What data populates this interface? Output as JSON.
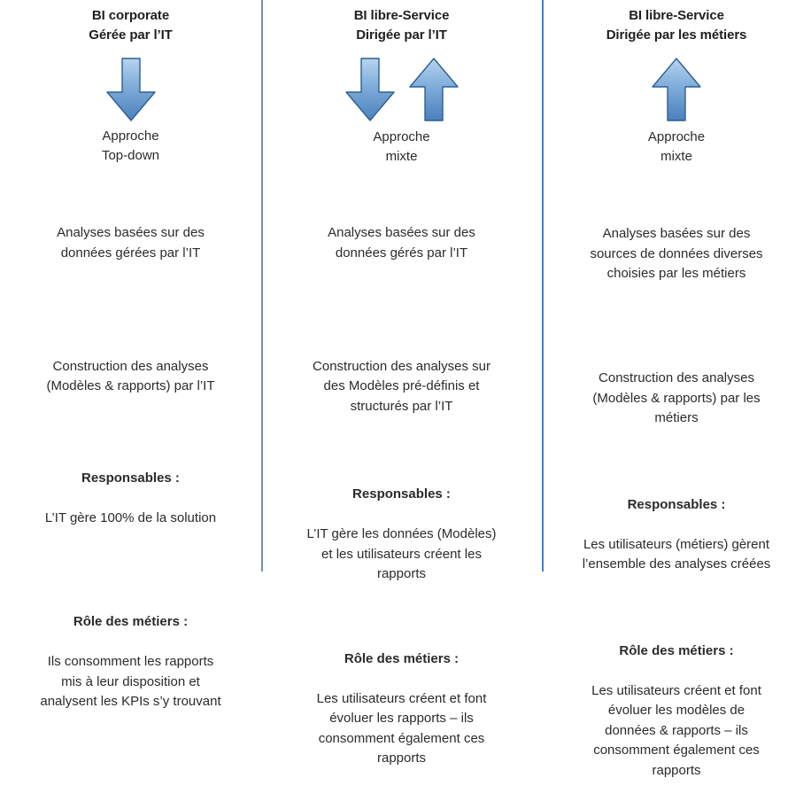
{
  "columns": [
    {
      "id": "bi-corporate",
      "header": "BI corporate\nGérée par l’IT",
      "arrows": [
        "arrow-down"
      ],
      "approach": "Approche\nTop-down",
      "blocks": [
        {
          "key": "analyses",
          "lead": "",
          "body": "Analyses basées sur des\ndonnées gérées par l’IT"
        },
        {
          "key": "construction",
          "lead": "",
          "body": "Construction des analyses\n(Modèles & rapports) par l’IT"
        },
        {
          "key": "responsables",
          "lead": "Responsables :",
          "body": "L’IT gère 100% de la solution"
        },
        {
          "key": "role",
          "lead": "Rôle des métiers :",
          "body": "Ils consomment les rapports\nmis à leur disposition et\nanalysent les KPIs s’y trouvant"
        }
      ]
    },
    {
      "id": "bi-libre-service-it",
      "header": "BI libre-Service\nDirigée par l’IT",
      "arrows": [
        "arrow-down",
        "arrow-up"
      ],
      "approach": "Approche\nmixte",
      "blocks": [
        {
          "key": "analyses",
          "lead": "",
          "body": "Analyses basées sur des\ndonnées gérés par l’IT"
        },
        {
          "key": "construction",
          "lead": "",
          "body": "Construction des analyses sur\ndes Modèles pré-définis et\nstructurés par l’IT"
        },
        {
          "key": "responsables",
          "lead": "Responsables :",
          "body": "L’IT gère les données (Modèles)\net les utilisateurs créent les\nrapports"
        },
        {
          "key": "role",
          "lead": "Rôle des métiers :",
          "body": "Les utilisateurs créent et font\névoluer les rapports – ils\nconsomment également ces\nrapports"
        }
      ]
    },
    {
      "id": "bi-libre-service-metiers",
      "header": "BI libre-Service\nDirigée par les métiers",
      "arrows": [
        "arrow-up"
      ],
      "approach": "Approche\nmixte",
      "blocks": [
        {
          "key": "analyses",
          "lead": "",
          "body": "Analyses basées sur des\nsources de données diverses\nchoisies par les métiers"
        },
        {
          "key": "construction",
          "lead": "",
          "body": "Construction des analyses\n(Modèles & rapports) par les\nmétiers"
        },
        {
          "key": "responsables",
          "lead": "Responsables :",
          "body": "Les utilisateurs (métiers) gèrent\nl’ensemble des analyses créées"
        },
        {
          "key": "role",
          "lead": "Rôle des métiers :",
          "body": "Les utilisateurs créent et font\névoluer les modèles de\ndonnées & rapports – ils\nconsomment également ces\nrapports"
        }
      ]
    }
  ],
  "colors": {
    "divider_left": "#6f8fae",
    "divider_right": "#4a7ebb",
    "arrow_fill_light": "#a9c9ea",
    "arrow_fill_dark": "#4b80bd",
    "arrow_stroke": "#2e5f91",
    "text": "#2b2b2b"
  }
}
